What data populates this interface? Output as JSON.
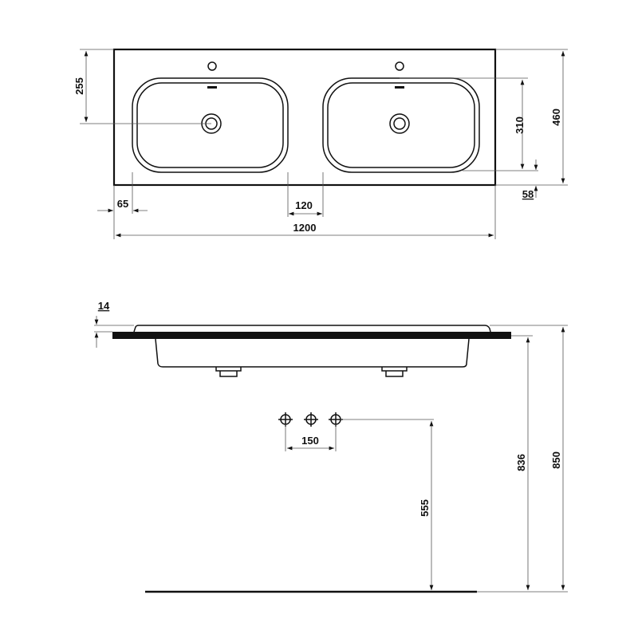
{
  "drawing": {
    "top_view": {
      "dims": {
        "overall_width": "1200",
        "depth": "460",
        "tap_to_drain": "255",
        "basin_depth": "310",
        "front_margin": "58",
        "side_margin": "65",
        "basin_gap": "120"
      }
    },
    "side_view": {
      "dims": {
        "slab_thickness": "14",
        "valve_spacing": "150",
        "valve_height": "555",
        "counter_height": "836",
        "top_height": "850"
      }
    }
  }
}
